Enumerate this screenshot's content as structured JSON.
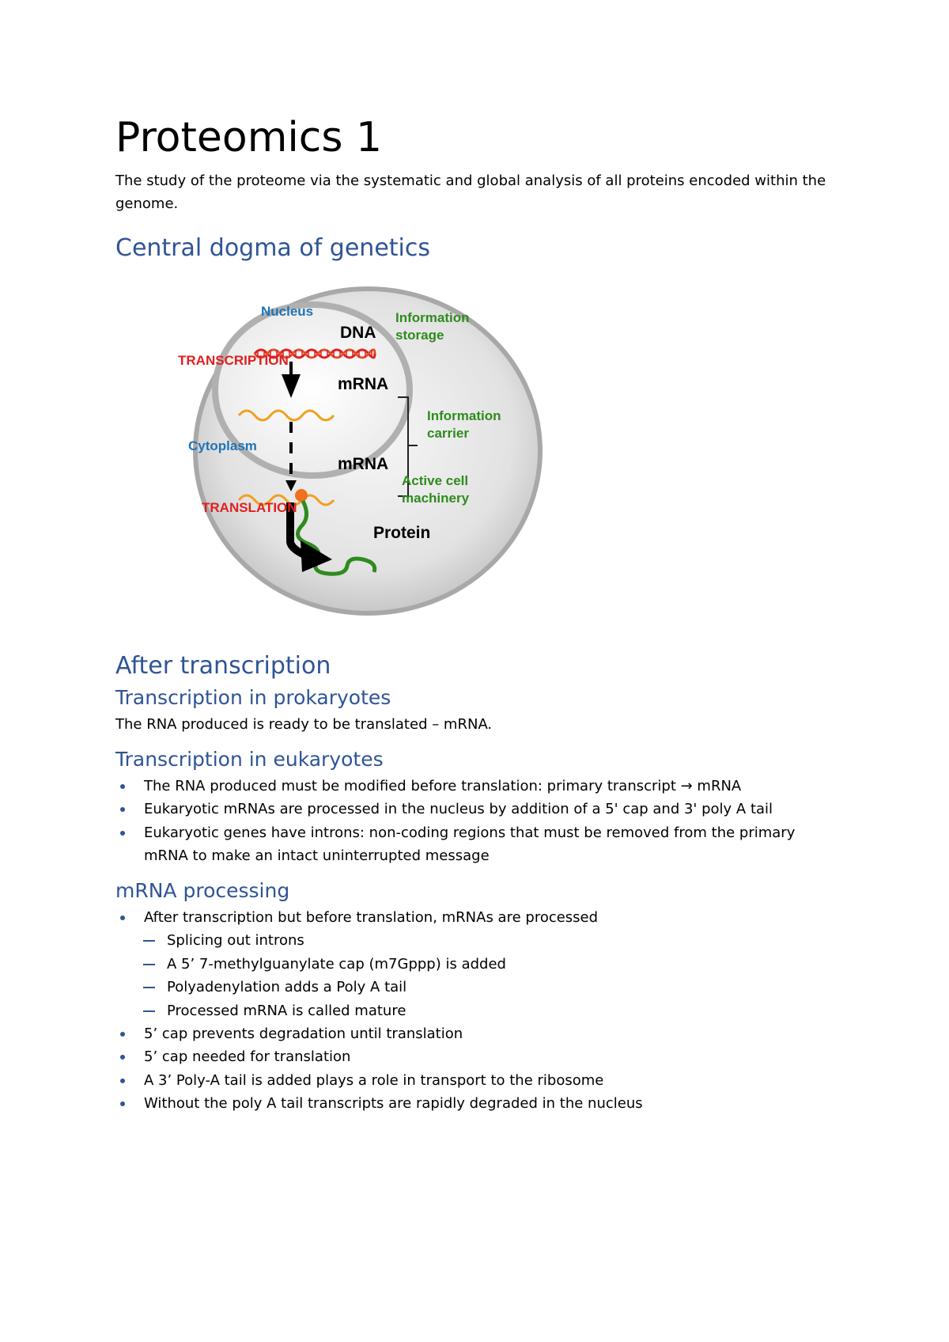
{
  "title": "Proteomics 1",
  "intro": "The study of the proteome via the systematic and global analysis of all proteins encoded within the genome.",
  "section_central": {
    "heading": "Central dogma of genetics",
    "diagram": {
      "nucleus": "Nucleus",
      "dna": "DNA",
      "transcription": "TRANSCRIPTION",
      "mrna_1": "mRNA",
      "cytoplasm": "Cytoplasm",
      "mrna_2": "mRNA",
      "translation": "TRANSLATION",
      "protein": "Protein",
      "info_storage_1": "Information",
      "info_storage_2": "storage",
      "info_carrier_1": "Information",
      "info_carrier_2": "carrier",
      "active_1": "Active cell",
      "active_2": "machinery",
      "colors": {
        "blue": "#1F74B8",
        "green": "#2E8B1E",
        "red": "#E02020",
        "orange": "#F0A020"
      }
    }
  },
  "section_after": {
    "heading": "After transcription",
    "prokaryotes": {
      "heading": "Transcription in prokaryotes",
      "text": "The RNA produced is ready to be translated – mRNA."
    },
    "eukaryotes": {
      "heading": "Transcription in eukaryotes",
      "bullets": [
        "The RNA produced must be modified before translation: primary transcript → mRNA",
        "Eukaryotic mRNAs are processed in the nucleus by addition of a 5' cap and 3' poly A tail",
        "Eukaryotic genes have introns: non-coding regions that must be removed from the primary mRNA to make an intact uninterrupted message"
      ]
    },
    "processing": {
      "heading": "mRNA processing",
      "bullet_main": "After transcription but before translation, mRNAs are processed",
      "sub_bullets": [
        "Splicing out introns",
        "A 5’ 7-methylguanylate cap (m7Gppp) is added",
        "Polyadenylation adds a Poly A tail",
        "Processed mRNA is called mature"
      ],
      "bullets": [
        "5’ cap prevents degradation until translation",
        "5’ cap needed for translation",
        "A 3’ Poly-A tail is added plays a role in transport to the ribosome",
        "Without the poly A tail transcripts are rapidly degraded in the nucleus"
      ]
    }
  }
}
